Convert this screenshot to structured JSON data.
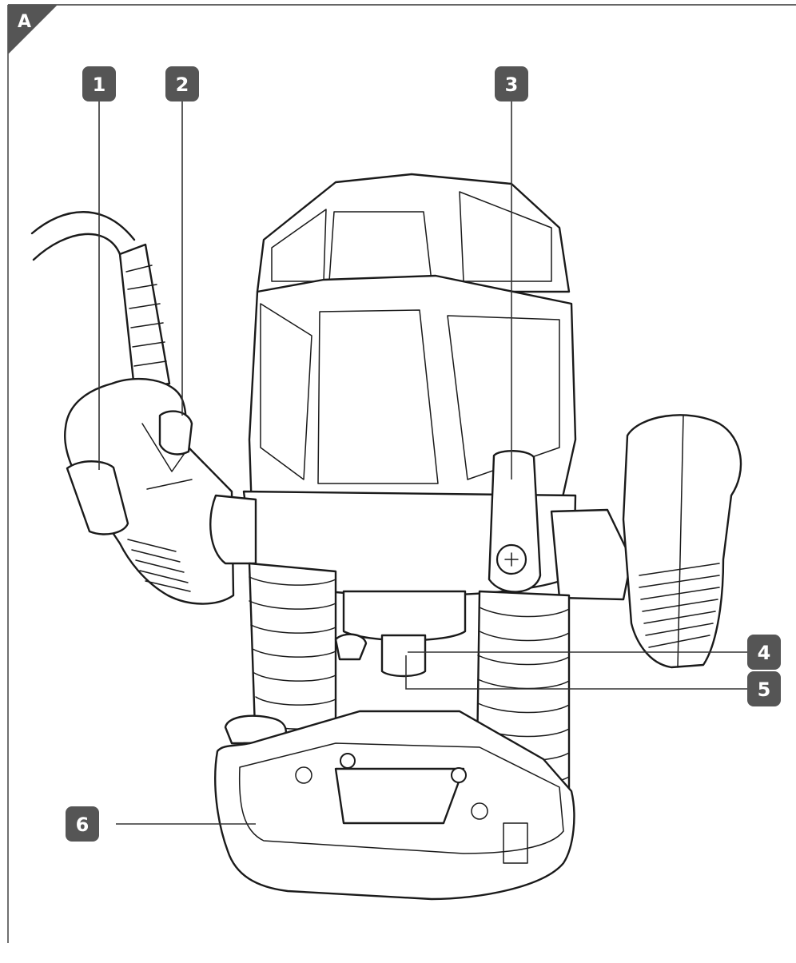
{
  "figure": {
    "corner_label": "A",
    "callouts": [
      {
        "id": "1",
        "label": "1"
      },
      {
        "id": "2",
        "label": "2"
      },
      {
        "id": "3",
        "label": "3"
      },
      {
        "id": "4",
        "label": "4"
      },
      {
        "id": "5",
        "label": "5"
      },
      {
        "id": "6",
        "label": "6"
      }
    ]
  },
  "colors": {
    "badge": "#555555",
    "line": "#1a1a1a",
    "frame": "#333333"
  }
}
